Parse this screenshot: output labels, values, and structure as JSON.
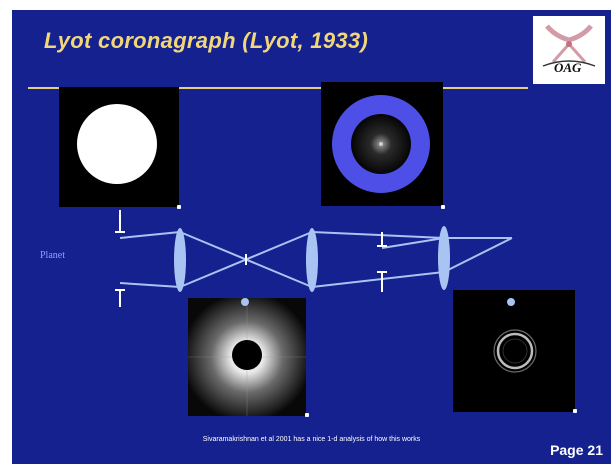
{
  "slide": {
    "title": "Lyot coronagraph (Lyot, 1933)",
    "planet_label": "Planet",
    "note": "Sivaramakrishnan et al 2001 has a nice 1-d analysis of how this works",
    "page_label": "Page 21",
    "logo_text": "OAG"
  },
  "colors": {
    "background": "#14218f",
    "title": "#f1d77a",
    "rule": "#e6cc80",
    "optics": "#a9c3f2",
    "lyot_stop": "#4e4fe6"
  },
  "panels": [
    {
      "name": "pupil",
      "content": "white disk"
    },
    {
      "name": "lyot-stop-plane",
      "content": "blue annulus with dark residual"
    },
    {
      "name": "focal-plane-psf",
      "content": "occulting mask over star halo"
    },
    {
      "name": "final-image",
      "content": "residual ring"
    }
  ]
}
